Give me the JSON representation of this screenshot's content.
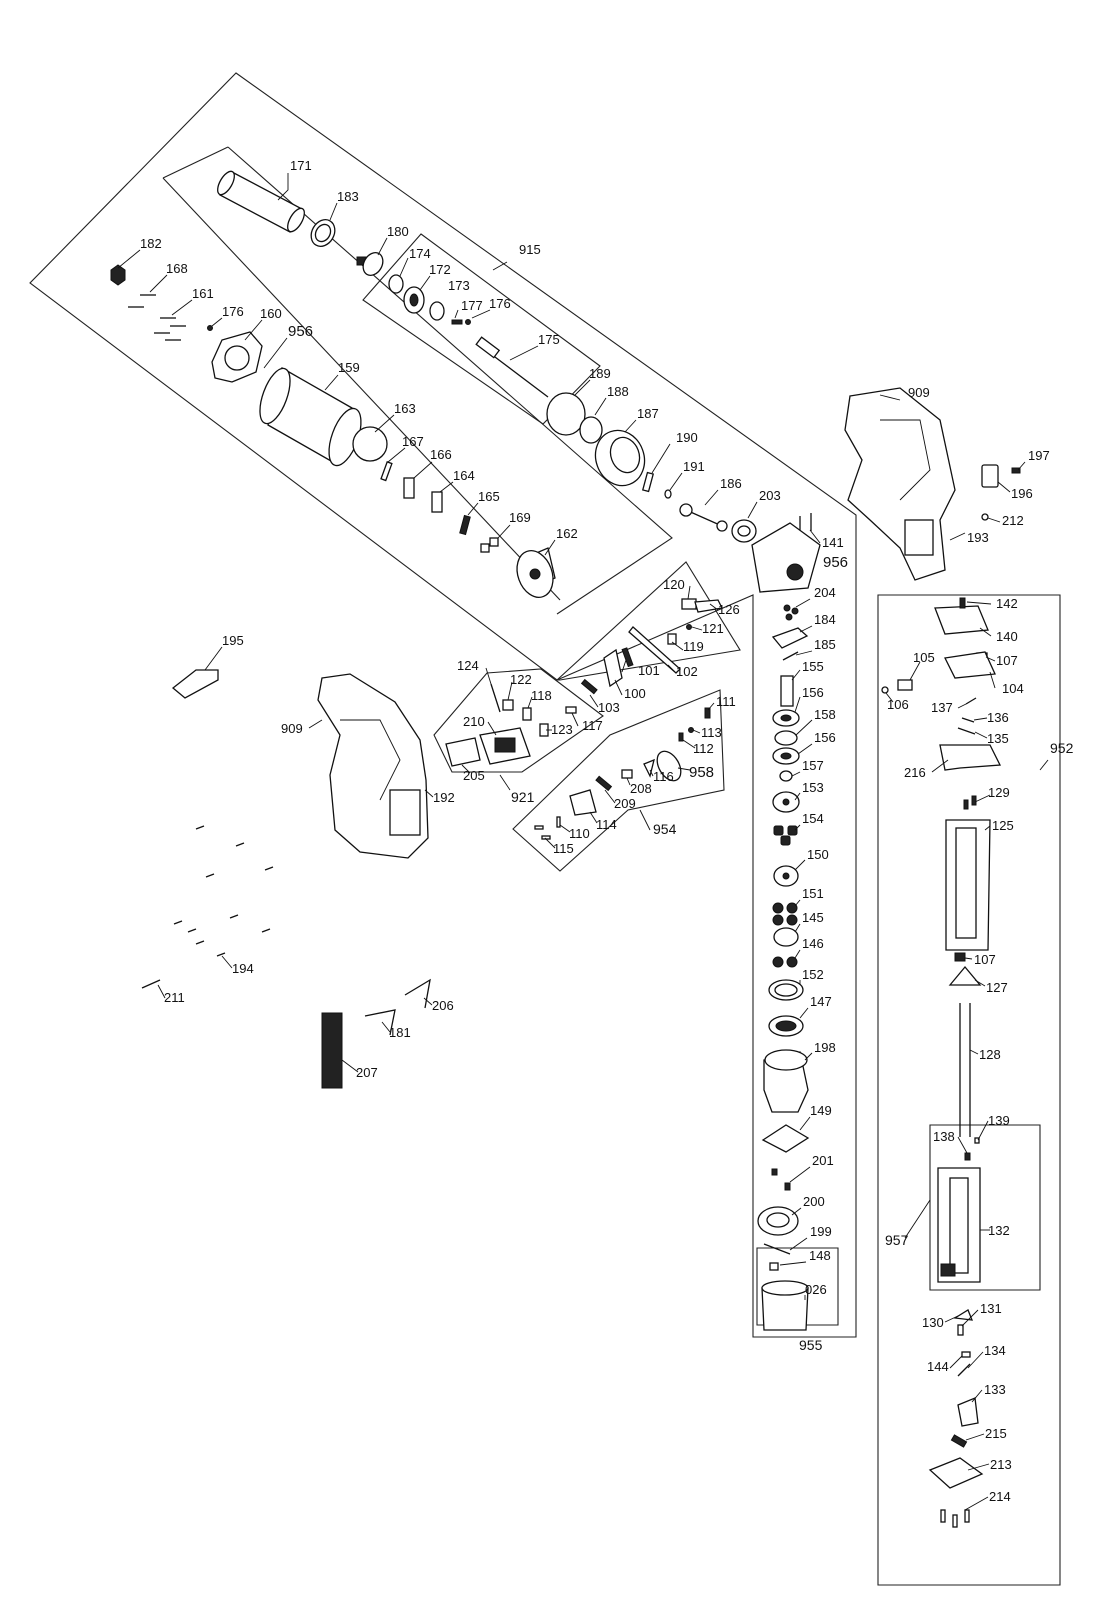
{
  "diagram": {
    "labels": [
      {
        "key": "171",
        "text": "171"
      },
      {
        "key": "183",
        "text": "183"
      },
      {
        "key": "180",
        "text": "180"
      },
      {
        "key": "174",
        "text": "174"
      },
      {
        "key": "172",
        "text": "172"
      },
      {
        "key": "173",
        "text": "173"
      },
      {
        "key": "177",
        "text": "177"
      },
      {
        "key": "176a",
        "text": "176"
      },
      {
        "key": "175",
        "text": "175"
      },
      {
        "key": "915",
        "text": "915"
      },
      {
        "key": "182",
        "text": "182"
      },
      {
        "key": "168",
        "text": "168"
      },
      {
        "key": "161",
        "text": "161"
      },
      {
        "key": "176b",
        "text": "176"
      },
      {
        "key": "160",
        "text": "160"
      },
      {
        "key": "956a",
        "text": "956"
      },
      {
        "key": "159",
        "text": "159"
      },
      {
        "key": "163",
        "text": "163"
      },
      {
        "key": "167",
        "text": "167"
      },
      {
        "key": "166",
        "text": "166"
      },
      {
        "key": "164",
        "text": "164"
      },
      {
        "key": "165",
        "text": "165"
      },
      {
        "key": "169",
        "text": "169"
      },
      {
        "key": "162",
        "text": "162"
      },
      {
        "key": "189",
        "text": "189"
      },
      {
        "key": "188",
        "text": "188"
      },
      {
        "key": "187",
        "text": "187"
      },
      {
        "key": "190",
        "text": "190"
      },
      {
        "key": "191",
        "text": "191"
      },
      {
        "key": "186",
        "text": "186"
      },
      {
        "key": "203",
        "text": "203"
      },
      {
        "key": "141",
        "text": "141"
      },
      {
        "key": "956b",
        "text": "956"
      },
      {
        "key": "204",
        "text": "204"
      },
      {
        "key": "184",
        "text": "184"
      },
      {
        "key": "185",
        "text": "185"
      },
      {
        "key": "155",
        "text": "155"
      },
      {
        "key": "156a",
        "text": "156"
      },
      {
        "key": "158",
        "text": "158"
      },
      {
        "key": "156b",
        "text": "156"
      },
      {
        "key": "157",
        "text": "157"
      },
      {
        "key": "153",
        "text": "153"
      },
      {
        "key": "154",
        "text": "154"
      },
      {
        "key": "150",
        "text": "150"
      },
      {
        "key": "151",
        "text": "151"
      },
      {
        "key": "145",
        "text": "145"
      },
      {
        "key": "146",
        "text": "146"
      },
      {
        "key": "152",
        "text": "152"
      },
      {
        "key": "147",
        "text": "147"
      },
      {
        "key": "198",
        "text": "198"
      },
      {
        "key": "149",
        "text": "149"
      },
      {
        "key": "201",
        "text": "201"
      },
      {
        "key": "200",
        "text": "200"
      },
      {
        "key": "199",
        "text": "199"
      },
      {
        "key": "148",
        "text": "148"
      },
      {
        "key": "026",
        "text": "026"
      },
      {
        "key": "955",
        "text": "955"
      },
      {
        "key": "909a",
        "text": "909"
      },
      {
        "key": "197",
        "text": "197"
      },
      {
        "key": "196",
        "text": "196"
      },
      {
        "key": "212",
        "text": "212"
      },
      {
        "key": "193",
        "text": "193"
      },
      {
        "key": "142",
        "text": "142"
      },
      {
        "key": "140",
        "text": "140"
      },
      {
        "key": "105",
        "text": "105"
      },
      {
        "key": "107a",
        "text": "107"
      },
      {
        "key": "104",
        "text": "104"
      },
      {
        "key": "106",
        "text": "106"
      },
      {
        "key": "137",
        "text": "137"
      },
      {
        "key": "136",
        "text": "136"
      },
      {
        "key": "135",
        "text": "135"
      },
      {
        "key": "952",
        "text": "952"
      },
      {
        "key": "216",
        "text": "216"
      },
      {
        "key": "129",
        "text": "129"
      },
      {
        "key": "125",
        "text": "125"
      },
      {
        "key": "107b",
        "text": "107"
      },
      {
        "key": "127",
        "text": "127"
      },
      {
        "key": "128",
        "text": "128"
      },
      {
        "key": "139",
        "text": "139"
      },
      {
        "key": "138",
        "text": "138"
      },
      {
        "key": "957",
        "text": "957"
      },
      {
        "key": "132",
        "text": "132"
      },
      {
        "key": "130",
        "text": "130"
      },
      {
        "key": "131",
        "text": "131"
      },
      {
        "key": "144",
        "text": "144"
      },
      {
        "key": "134",
        "text": "134"
      },
      {
        "key": "133",
        "text": "133"
      },
      {
        "key": "215",
        "text": "215"
      },
      {
        "key": "213",
        "text": "213"
      },
      {
        "key": "214",
        "text": "214"
      },
      {
        "key": "120",
        "text": "120"
      },
      {
        "key": "126",
        "text": "126"
      },
      {
        "key": "121",
        "text": "121"
      },
      {
        "key": "119",
        "text": "119"
      },
      {
        "key": "101",
        "text": "101"
      },
      {
        "key": "102",
        "text": "102"
      },
      {
        "key": "100",
        "text": "100"
      },
      {
        "key": "124",
        "text": "124"
      },
      {
        "key": "122",
        "text": "122"
      },
      {
        "key": "118",
        "text": "118"
      },
      {
        "key": "103",
        "text": "103"
      },
      {
        "key": "117",
        "text": "117"
      },
      {
        "key": "123",
        "text": "123"
      },
      {
        "key": "210",
        "text": "210"
      },
      {
        "key": "205",
        "text": "205"
      },
      {
        "key": "921",
        "text": "921"
      },
      {
        "key": "111",
        "text": "111"
      },
      {
        "key": "113",
        "text": "113"
      },
      {
        "key": "112",
        "text": "112"
      },
      {
        "key": "958",
        "text": "958"
      },
      {
        "key": "116",
        "text": "116"
      },
      {
        "key": "208",
        "text": "208"
      },
      {
        "key": "209",
        "text": "209"
      },
      {
        "key": "114",
        "text": "114"
      },
      {
        "key": "110",
        "text": "110"
      },
      {
        "key": "115",
        "text": "115"
      },
      {
        "key": "954",
        "text": "954"
      },
      {
        "key": "195",
        "text": "195"
      },
      {
        "key": "909b",
        "text": "909"
      },
      {
        "key": "192",
        "text": "192"
      },
      {
        "key": "194",
        "text": "194"
      },
      {
        "key": "211",
        "text": "211"
      },
      {
        "key": "206",
        "text": "206"
      },
      {
        "key": "181",
        "text": "181"
      },
      {
        "key": "207",
        "text": "207"
      }
    ]
  }
}
